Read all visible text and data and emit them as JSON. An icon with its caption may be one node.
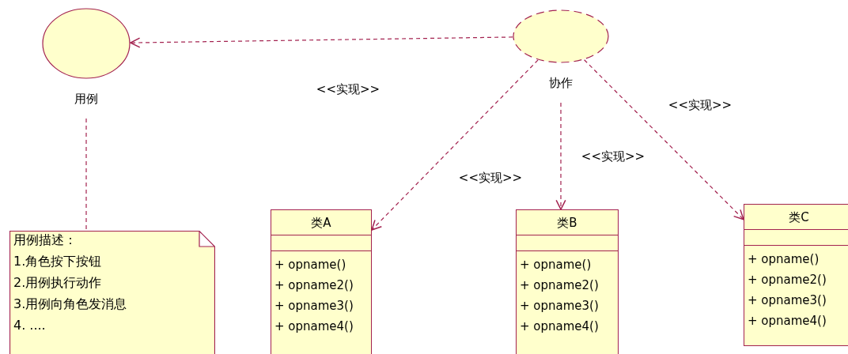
{
  "diagram": {
    "nodes": [
      {
        "text": [
          "用例"
        ]
      },
      {
        "text": [
          "协作"
        ]
      },
      {
        "text": [
          "用例描述：",
          "1.角色按下按钮",
          "2.用例执行动作",
          "3.用例向角色发消息",
          "4. ...."
        ]
      },
      {
        "text": [
          "类A",
          "+ opname()",
          "+ opname2()",
          "+ opname3()",
          "+ opname4()"
        ]
      },
      {
        "text": [
          "类B",
          "+ opname()",
          "+ opname2()",
          "+ opname3()",
          "+ opname4()"
        ]
      },
      {
        "text": [
          "类C",
          "+ opname()",
          "+ opname2()",
          "+ opname3()",
          "+ opname4()"
        ]
      }
    ],
    "edges": [
      {
        "from": 1,
        "to": 0,
        "arrow": "to",
        "style": "dashed",
        "label": "<<实现>>"
      },
      {
        "from": 0,
        "to": 2,
        "arrow": "none",
        "style": "dashed"
      },
      {
        "from": 1,
        "to": 3,
        "arrow": "to",
        "style": "dashed",
        "label": "<<实现>>"
      },
      {
        "from": 1,
        "to": 4,
        "arrow": "to",
        "style": "dashed",
        "label": "<<实现>>"
      },
      {
        "from": 1,
        "to": 5,
        "arrow": "to",
        "style": "dashed",
        "label": "<<实现>>"
      }
    ]
  }
}
